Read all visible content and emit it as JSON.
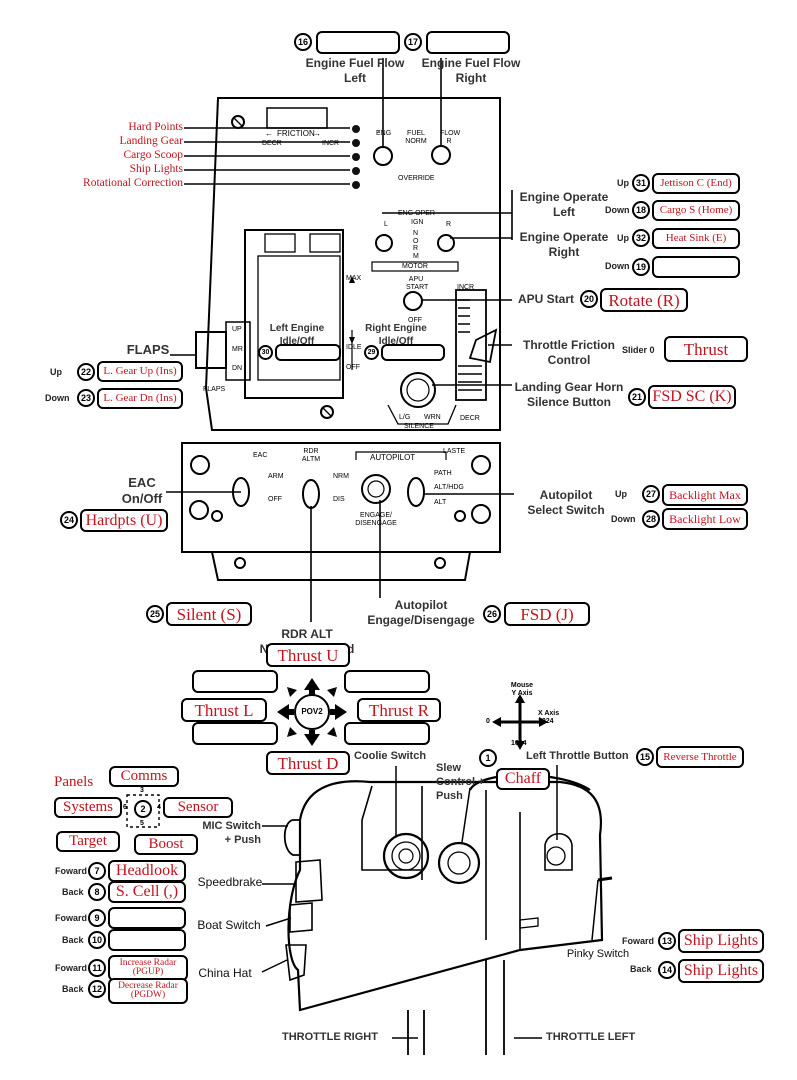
{
  "top": {
    "fuel_left": {
      "num": "16",
      "label": "Engine Fuel Flow Left",
      "value": ""
    },
    "fuel_right": {
      "num": "17",
      "label": "Engine Fuel Flow Right",
      "value": ""
    }
  },
  "panel_text": {
    "friction": "FRICTION",
    "decr": "DECR",
    "incr": "INCR",
    "eng": "ENG",
    "fuel_norm": "FUEL NORM",
    "flow_r": "FLOW R",
    "override": "OVERRIDE",
    "eng_oper": "ENG OPER",
    "ign": "IGN",
    "l": "L",
    "r": "R",
    "norm": "NORM",
    "motor": "MOTOR",
    "apu_start": "APU START",
    "off": "OFF",
    "max": "MAX",
    "idle": "IDLE",
    "off2": "OFF",
    "up": "UP",
    "mr": "MR",
    "dn": "DN",
    "flaps": "FLAPS",
    "incr2": "INCR",
    "decr2": "DECR",
    "lg": "L/G",
    "wrn": "WRN",
    "silence": "SILENCE",
    "eac": "EAC",
    "arm": "ARM",
    "eac_off": "OFF",
    "rdr_altm": "RDR ALTM",
    "nrm": "NRM",
    "dis": "DIS",
    "autopilot": "AUTOPILOT",
    "engage": "ENGAGE/ DISENGAGE",
    "laste": "LASTE",
    "path": "PATH",
    "alt_hdg": "ALT/HDG",
    "alt": "ALT"
  },
  "left_bindings": {
    "hard_points": "Hard Points",
    "landing_gear": "Landing Gear",
    "cargo_scoop": "Cargo Scoop",
    "ship_lights": "Ship Lights",
    "rotational_correction": "Rotational Correction"
  },
  "engine_operate": {
    "left_label": "Engine Operate Left",
    "right_label": "Engine Operate Right",
    "up": "Up",
    "down": "Down",
    "b31": {
      "num": "31",
      "value": "Jettison C (End)"
    },
    "b18": {
      "num": "18",
      "value": "Cargo S (Home)"
    },
    "b32": {
      "num": "32",
      "value": "Heat Sink (E)"
    },
    "b19": {
      "num": "19",
      "value": ""
    }
  },
  "apu": {
    "label": "APU Start",
    "num": "20",
    "value": "Rotate (R)"
  },
  "throttle_friction": {
    "label": "Throttle Friction Control",
    "slider": "Slider 0",
    "value": "Thrust"
  },
  "horn": {
    "label": "Landing Gear Horn Silence Button",
    "num": "21",
    "value": "FSD SC (K)"
  },
  "flaps": {
    "label": "FLAPS",
    "up": "Up",
    "down": "Down",
    "b22": {
      "num": "22",
      "value": "L. Gear Up (Ins)"
    },
    "b23": {
      "num": "23",
      "value": "L. Gear Dn (Ins)"
    }
  },
  "left_engine": {
    "label": "Left Engine Idle/Off",
    "num": "30",
    "value": ""
  },
  "right_engine": {
    "label": "Right Engine Idle/Off",
    "num": "29",
    "value": ""
  },
  "eac": {
    "label": "EAC On/Off",
    "num": "24",
    "value": "Hardpts (U)"
  },
  "autopilot_sel": {
    "label": "Autopilot Select Switch",
    "up": "Up",
    "down": "Down",
    "b27": {
      "num": "27",
      "value": "Backlight Max"
    },
    "b28": {
      "num": "28",
      "value": "Backlight Low"
    }
  },
  "rdr_alt": {
    "label": "RDR ALT Normal/Disabled",
    "num": "25",
    "value": "Silent (S)"
  },
  "ap_engage": {
    "label": "Autopilot Engage/Disengage",
    "num": "26",
    "value": "FSD (J)"
  },
  "pov": {
    "center": "POV2",
    "up": "Thrust U",
    "down": "Thrust D",
    "left": "Thrust L",
    "right": "Thrust R",
    "ul": "",
    "ur": "",
    "dl": "",
    "dr": ""
  },
  "mouse": {
    "title": "Mouse Y Axis",
    "zero_top": "0",
    "x_axis": "X Axis",
    "x_max": "1024",
    "zero_left": "0",
    "y_max": "1024"
  },
  "slew": {
    "label": "Slew Control + Push",
    "num": "1",
    "value": "Chaff"
  },
  "coolie": {
    "label": "Coolie Switch"
  },
  "left_throttle_btn": {
    "label": "Left Throttle Button",
    "num": "15",
    "value": "Reverse Throttle"
  },
  "mic": {
    "label": "MIC Switch + Push",
    "num": "2",
    "n3": "3",
    "n4": "4",
    "n5": "5",
    "n6": "6",
    "panels": "Panels",
    "comms": "Comms",
    "systems": "Systems",
    "sensor": "Sensor",
    "target": "Target",
    "boost": "Boost"
  },
  "speedbrake": {
    "label": "Speedbrake",
    "fwd": "Foward",
    "back": "Back",
    "b7": {
      "num": "7",
      "value": "Headlook"
    },
    "b8": {
      "num": "8",
      "value": "S. Cell (,)"
    }
  },
  "boat": {
    "label": "Boat Switch",
    "fwd": "Foward",
    "back": "Back",
    "b9": {
      "num": "9",
      "value": ""
    },
    "b10": {
      "num": "10",
      "value": ""
    }
  },
  "china": {
    "label": "China Hat",
    "fwd": "Foward",
    "back": "Back",
    "b11": {
      "num": "11",
      "value": "Increase Radar (PGUP)"
    },
    "b12": {
      "num": "12",
      "value": "Decrease Radar (PGDW)"
    }
  },
  "pinky": {
    "label": "Pinky Switch",
    "fwd": "Foward",
    "back": "Back",
    "b13": {
      "num": "13",
      "value": "Ship Lights"
    },
    "b14": {
      "num": "14",
      "value": "Ship Lights"
    }
  },
  "bottom": {
    "throttle_right": "THROTTLE RIGHT",
    "throttle_left": "THROTTLE LEFT"
  }
}
